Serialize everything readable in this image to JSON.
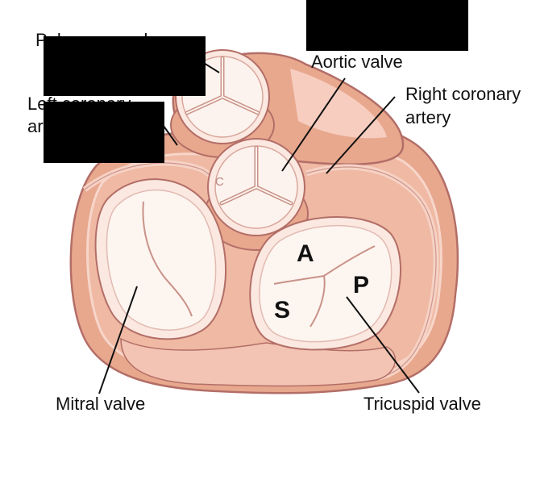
{
  "labels": {
    "pulmonary_valve_partial": "Pulmonary valve",
    "left_coronary_partial_line1": "Left coronary",
    "left_coronary_partial_line2": "artery",
    "aortic_valve": "Aortic valve",
    "right_coronary_line1": "Right coronary",
    "right_coronary_line2": "artery",
    "mitral_valve": "Mitral valve",
    "tricuspid_valve": "Tricuspid valve"
  },
  "tricuspid_cusps": {
    "anterior": "A",
    "posterior": "P",
    "septal": "S"
  },
  "aortic_cusp_mark": "C",
  "colors": {
    "outline": "#b36e67",
    "tissue": "#e8a88e",
    "tissue_light": "#f6cdbf",
    "valve_fill": "#fdf1ea",
    "valve_inner": "#f8ddd2",
    "redaction": "#000000"
  }
}
